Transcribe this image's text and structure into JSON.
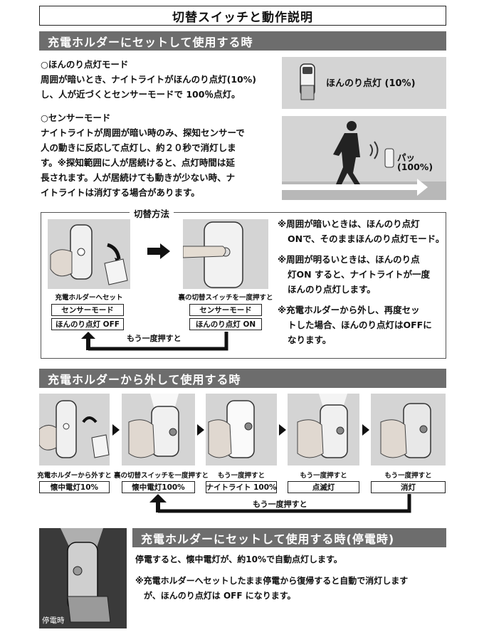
{
  "title": "切替スイッチと動作説明",
  "section1": {
    "heading": "充電ホルダーにセットして使用する時",
    "mode1_title": "○ほんのり点灯モード",
    "mode1_lines": [
      "周囲が暗いとき、ナイトライトがほんのり点灯(10%)",
      "し、人が近づくとセンサーモードで 100％点灯。"
    ],
    "mode2_title": "○センサーモード",
    "mode2_lines": [
      "ナイトライトが周囲が暗い時のみ、探知センサーで",
      "人の動きに反応して点灯し、約２０秒で消灯しま",
      "す。※探知範囲に人が居続けると、点灯時間は延",
      "長されます。人が居続けても動きが少ない時、ナ",
      "イトライトは消灯する場合があります。"
    ],
    "img1_caption": "ほんのり点灯 (10%)",
    "img2_caption_1": "パッ",
    "img2_caption_2": "(100%)"
  },
  "switch": {
    "label": "切替方法",
    "left_caption": "充電ホルダーへセット",
    "right_caption": "裏の切替スイッチを一度押すと",
    "left_box1": "センサーモード",
    "left_box2": "ほんのり点灯 OFF",
    "right_box1": "センサーモード",
    "right_box2": "ほんのり点灯 ON",
    "return_label": "もう一度押すと",
    "notes": [
      [
        "※周囲が暗いときは、ほんのり点灯",
        "ONで、そのままほんのり点灯モード。"
      ],
      [
        "※周囲が明るいときは、ほんのり点",
        "灯ON すると、ナイトライトが一度",
        "ほんのり点灯します。"
      ],
      [
        "※充電ホルダーから外し、再度セッ",
        "トした場合、ほんのり点灯はOFFに",
        "なります。"
      ]
    ]
  },
  "section2": {
    "heading": "充電ホルダーから外して使用する時",
    "steps": [
      {
        "caption": "充電ホルダーから外すと",
        "box": "懐中電灯10%"
      },
      {
        "caption": "裏の切替スイッチを一度押すと",
        "box": "懐中電灯100%"
      },
      {
        "caption": "もう一度押すと",
        "box": "ナイトライト 100%"
      },
      {
        "caption": "もう一度押すと",
        "box": "点滅灯"
      },
      {
        "caption": "もう一度押すと",
        "box": "消灯"
      }
    ],
    "return_label": "もう一度押すと"
  },
  "section3": {
    "heading": "充電ホルダーにセットして使用する時(停電時)",
    "line1": "停電すると、懐中電灯が、約10%で自動点灯します。",
    "line2": "※充電ホルダーへセットしたまま停電から復帰すると自動で消灯します",
    "line3": "が、ほんのり点灯は OFF になります。",
    "photo_label": "停電時"
  }
}
